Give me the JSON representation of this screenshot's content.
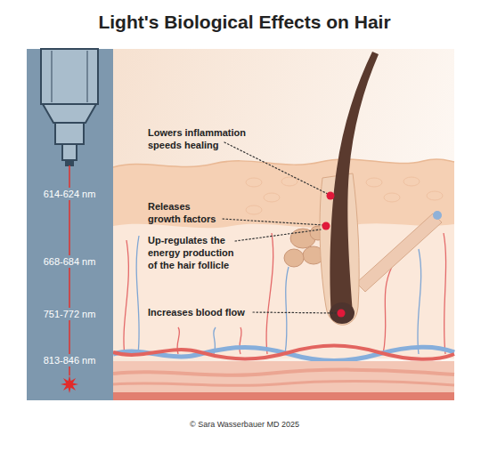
{
  "diagram": {
    "title": "Light's Biological Effects on Hair",
    "caption": "© Sara Wasserbauer MD 2025",
    "labels": [
      "Lowers inflammation speeds healing",
      "614-624 nm",
      "Releases growth factors",
      "Up-regulates the energy production of the hair follicle",
      "668-684 nm",
      "751-772 nm",
      "Increases blood flow",
      "813-846 nm"
    ]
  }
}
